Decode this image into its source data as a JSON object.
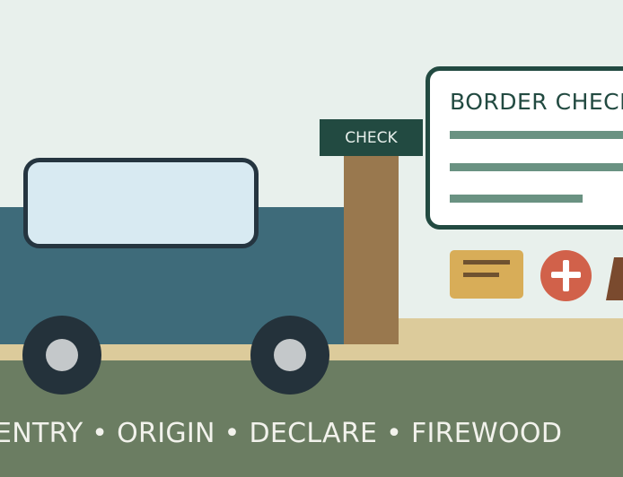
{
  "checkpoint_sign": "CHECK",
  "board": {
    "title": "BORDER CHECK"
  },
  "caption": "ENTRY • ORIGIN • DECLARE • FIREWOOD",
  "icons": {
    "document": "document-icon",
    "first_aid": "first-aid-icon",
    "firewood": "firewood-icon"
  },
  "colors": {
    "sky": "#e8f0ec",
    "ground": "#6b7d62",
    "van": "#3e6b7a",
    "board_border": "#224a41",
    "post": "#99784e",
    "card": "#d8ad58",
    "first_aid": "#d1614a"
  }
}
